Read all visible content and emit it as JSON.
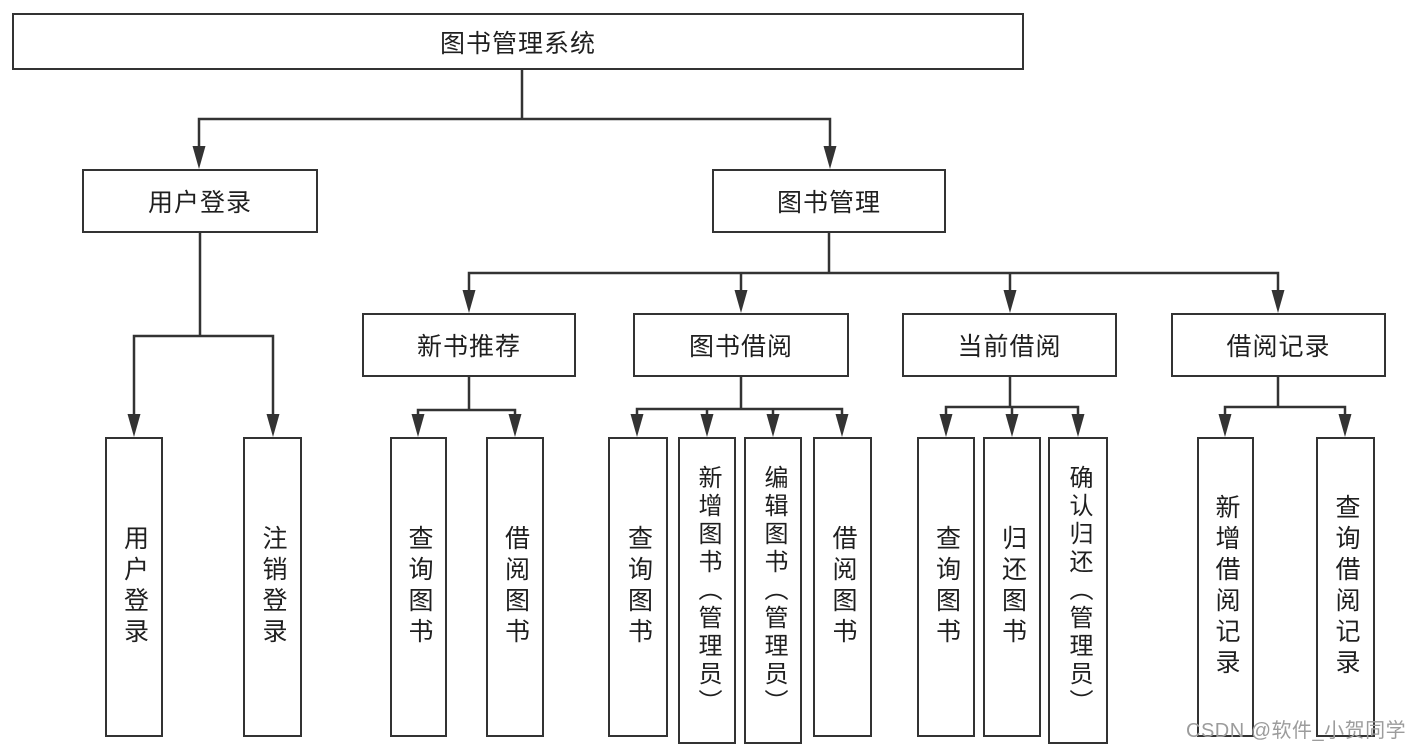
{
  "diagram": {
    "type": "hierarchy",
    "watermark": "CSDN @软件_小贺同学",
    "colors": {
      "line": "#333333",
      "box_border": "#333333",
      "text": "#1f1f1f",
      "watermark": "#9c9c9c",
      "background": "#ffffff"
    },
    "tree": {
      "label": "图书管理系统",
      "children": [
        {
          "label": "用户登录",
          "children": [
            {
              "label": "用户登录"
            },
            {
              "label": "注销登录"
            }
          ]
        },
        {
          "label": "图书管理",
          "children": [
            {
              "label": "新书推荐",
              "children": [
                {
                  "label": "查询图书"
                },
                {
                  "label": "借阅图书"
                }
              ]
            },
            {
              "label": "图书借阅",
              "children": [
                {
                  "label": "查询图书"
                },
                {
                  "label": "新增图书（管理员）"
                },
                {
                  "label": "编辑图书（管理员）"
                },
                {
                  "label": "借阅图书"
                }
              ]
            },
            {
              "label": "当前借阅",
              "children": [
                {
                  "label": "查询图书"
                },
                {
                  "label": "归还图书"
                },
                {
                  "label": "确认归还（管理员）"
                }
              ]
            },
            {
              "label": "借阅记录",
              "children": [
                {
                  "label": "新增借阅记录"
                },
                {
                  "label": "查询借阅记录"
                }
              ]
            }
          ]
        }
      ]
    }
  }
}
